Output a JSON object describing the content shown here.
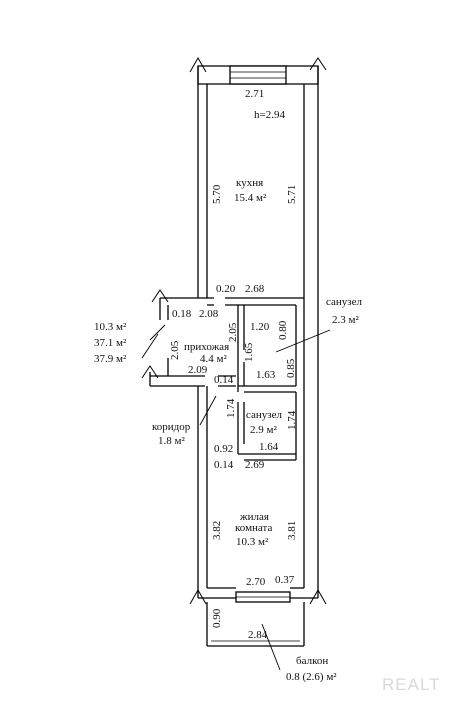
{
  "plan": {
    "height_note": "h=2.94",
    "rooms": {
      "kitchen": {
        "name": "кухня",
        "area": "15.4 м²"
      },
      "hallway": {
        "name": "прихожая",
        "area": "4.4 м²"
      },
      "bathroom_upper": {
        "name": "санузел",
        "area": "2.3 м²"
      },
      "bathroom_lower": {
        "name": "санузел",
        "area": "2.9 м²"
      },
      "corridor": {
        "name": "коридор",
        "area": "1.8 м²"
      },
      "living_room": {
        "name_line1": "жилая",
        "name_line2": "комната",
        "area": "10.3 м²"
      },
      "balcony": {
        "name": "балкон",
        "area": "0.8 (2.6) м²"
      }
    },
    "summary": {
      "living": "10.3  м²",
      "total": "37.1  м²",
      "total_with_balcony": "37.9 м²"
    },
    "dims": {
      "kitchen_top": "2.71",
      "kitchen_left": "5.70",
      "kitchen_right": "5.71",
      "kitchen_bottom_a": "0.20",
      "kitchen_bottom_b": "2.68",
      "hall_a": "0.18",
      "hall_b": "2.08",
      "hall_left": "2.05",
      "hall_c": "2.05",
      "bath1_width": "1.20",
      "bath1_height": "0.80",
      "hall_d": "1.65",
      "hall_bottom": "2.09",
      "bath1_e": "0.85",
      "bath1_f": "1.63",
      "door_a": "0.14",
      "bath2_left": "1.74",
      "bath2_right": "1.74",
      "bath2_a": "0.92",
      "bath2_width": "1.64",
      "liv_a": "0.14",
      "liv_top": "2.69",
      "liv_left": "3.82",
      "liv_right": "3.81",
      "liv_bottom": "2.70",
      "liv_b": "0.37",
      "balc_left": "0.90",
      "balc_width": "2.84"
    },
    "watermark": "REALT"
  }
}
